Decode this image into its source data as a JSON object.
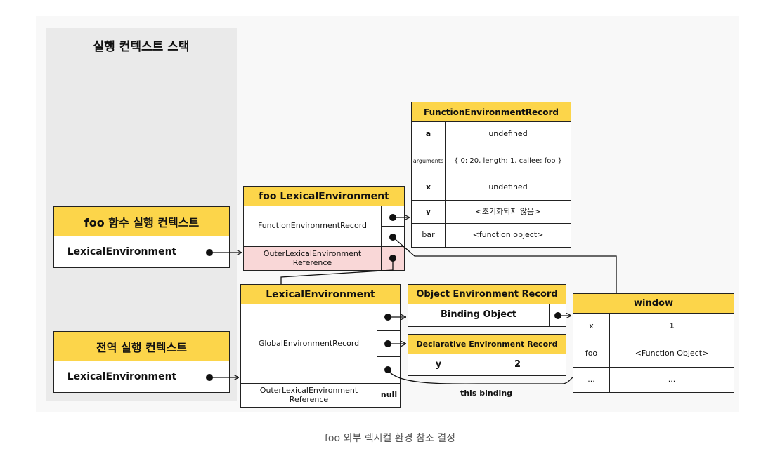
{
  "stack_title": "실행 컨텍스트 스택",
  "caption": "foo 외부 렉시컬 환경 참조 결정",
  "foo_ctx": {
    "title": "foo 함수 실행 컨텍스트",
    "row": "LexicalEnvironment"
  },
  "global_ctx": {
    "title": "전역 실행 컨텍스트",
    "row": "LexicalEnvironment"
  },
  "foo_lex": {
    "title": "foo LexicalEnvironment",
    "record": "FunctionEnvironmentRecord",
    "outer": "OuterLexicalEnvironment Reference"
  },
  "global_lex": {
    "title": "LexicalEnvironment",
    "record": "GlobalEnvironmentRecord",
    "outer": "OuterLexicalEnvironment Reference",
    "outer_value": "null"
  },
  "fer": {
    "title": "FunctionEnvironmentRecord",
    "rows": [
      {
        "key": "a",
        "value": "undefined"
      },
      {
        "key": "arguments",
        "value": "{ 0: 20, length: 1, callee: foo }"
      },
      {
        "key": "x",
        "value": "undefined"
      },
      {
        "key": "y",
        "value": "<초기화되지 않음>"
      },
      {
        "key": "bar",
        "value": "<function object>"
      }
    ]
  },
  "oer": {
    "title": "Object Environment Record",
    "row": "Binding Object"
  },
  "der": {
    "title": "Declarative Environment Record",
    "key": "y",
    "value": "2"
  },
  "window": {
    "title": "window",
    "rows": [
      {
        "key": "x",
        "value": "1"
      },
      {
        "key": "foo",
        "value": "<Function Object>"
      },
      {
        "key": "...",
        "value": "..."
      }
    ]
  },
  "this_binding": "this binding",
  "colors": {
    "header": "#fcd54a",
    "highlight": "#f9d7d7",
    "panel": "#eaeaea"
  }
}
